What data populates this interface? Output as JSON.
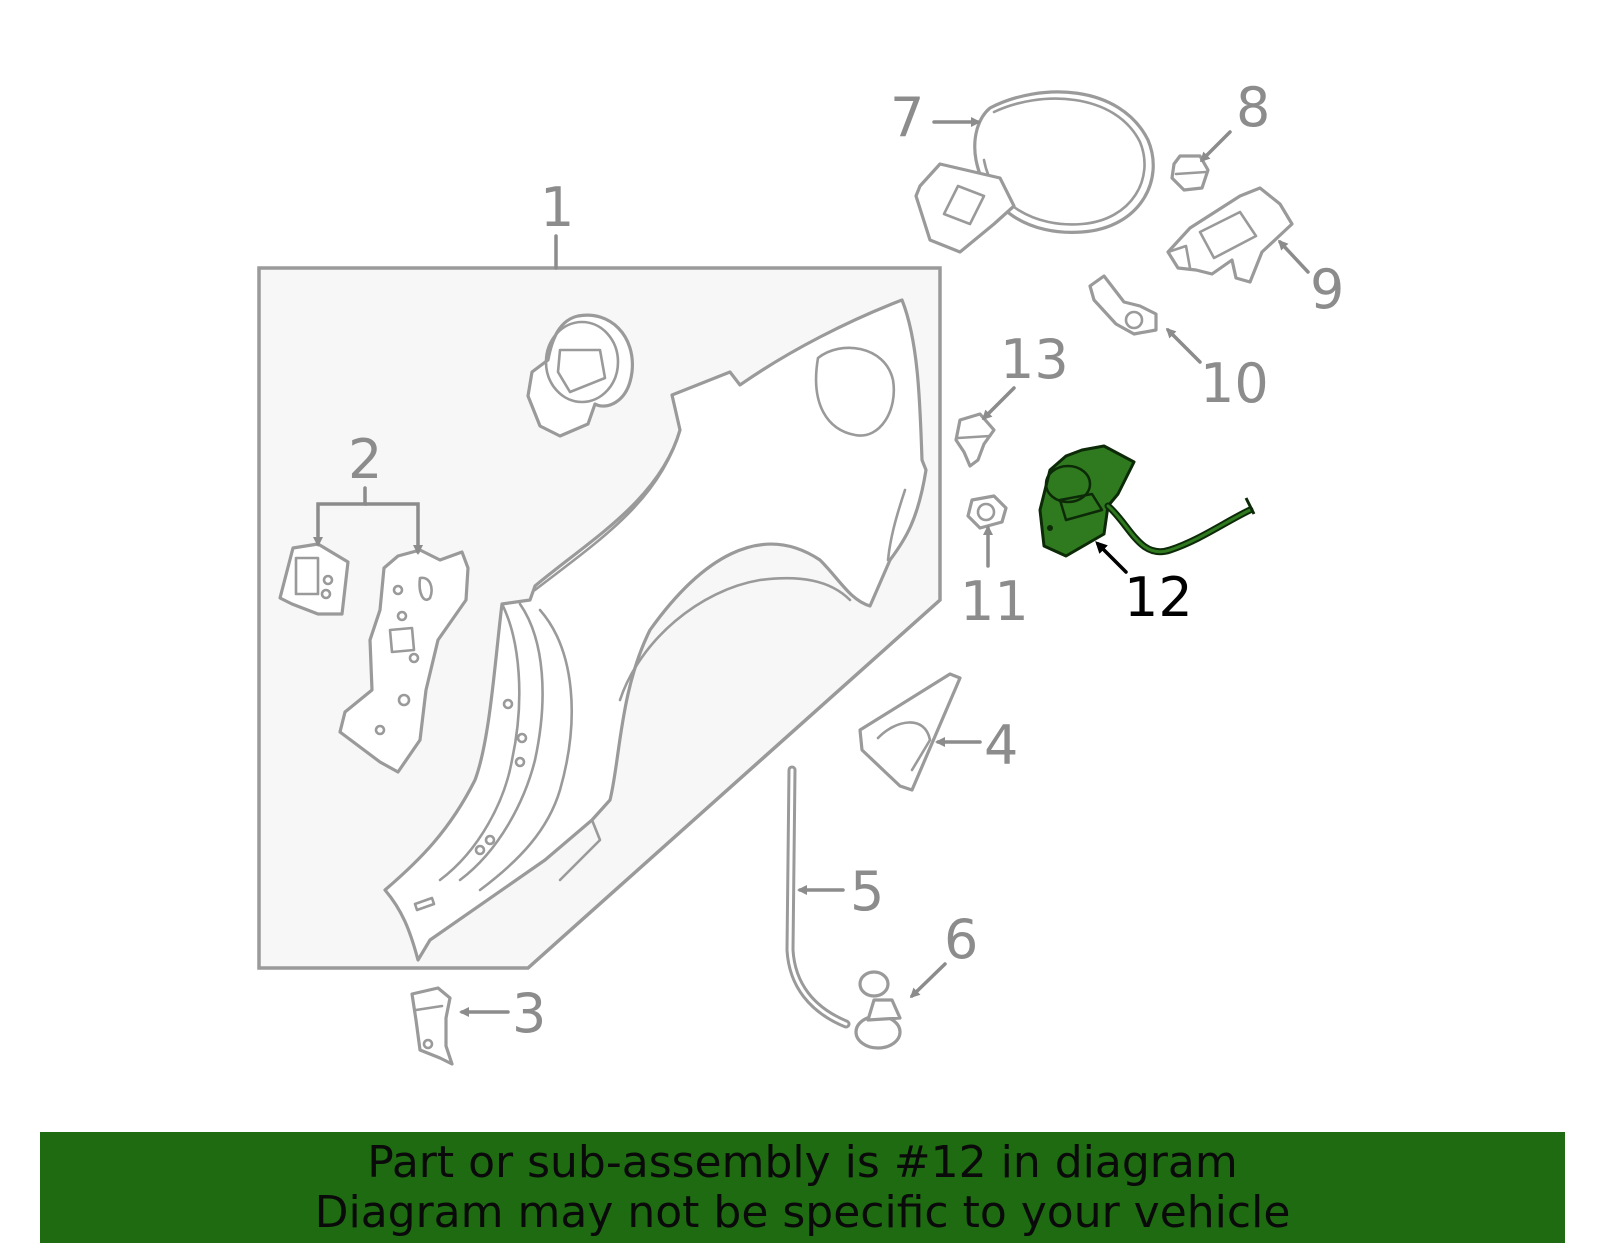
{
  "diagram": {
    "highlight_color": "#2f7a1f",
    "part_color": "#9a9a9a",
    "highlighted_callout": "12",
    "callouts": [
      "1",
      "2",
      "3",
      "4",
      "5",
      "6",
      "7",
      "8",
      "9",
      "10",
      "11",
      "12",
      "13"
    ]
  },
  "banner": {
    "line1": "Part or sub-assembly is #12 in diagram",
    "line2": "Diagram may not be specific to your vehicle",
    "background": "#1e6b12"
  }
}
